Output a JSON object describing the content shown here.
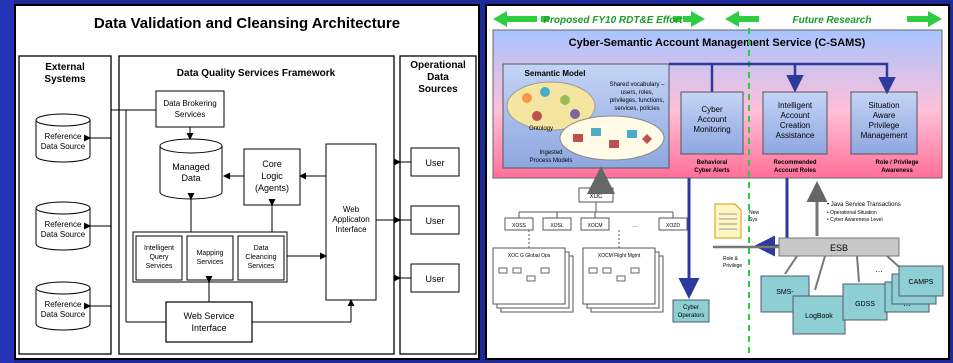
{
  "left": {
    "title": "Data Validation and Cleansing Architecture",
    "external_systems_label": [
      "External",
      "Systems"
    ],
    "framework_label": "Data Quality Services Framework",
    "operational_label": [
      "Operational",
      "Data",
      "Sources"
    ],
    "reference_sources": [
      [
        "Reference",
        "Data Source"
      ],
      [
        "Reference",
        "Data Source"
      ],
      [
        "Reference",
        "Data Source"
      ]
    ],
    "data_brokering": [
      "Data Brokering",
      "Services"
    ],
    "managed_data": [
      "Managed",
      "Data"
    ],
    "core_logic": [
      "Core",
      "Logic",
      "(Agents)"
    ],
    "web_app_interface": [
      "Web",
      "Applicaton",
      "Interface"
    ],
    "services": [
      [
        "Intelligent",
        "Query",
        "Services"
      ],
      [
        "Mapping",
        "Services"
      ],
      [
        "Data",
        "Cleancing",
        "Services"
      ]
    ],
    "web_service_interface": [
      "Web Service",
      "Interface"
    ],
    "users": [
      "User",
      "User",
      "User"
    ]
  },
  "right": {
    "proposed_effort": "Proposed FY10 RDT&E Effort",
    "future_research": "Future Research",
    "csams_title": "Cyber-Semantic Account Management Service (C-SAMS)",
    "semantic_model_title": "Semantic Model",
    "semantic_vocab": [
      "Shared vocabulary –",
      "users, roles,",
      "privileges, functions,",
      "services, policies"
    ],
    "ontology_label": "Ontology",
    "ingested_label": [
      "Ingested",
      "Process Models"
    ],
    "cyber_monitoring": [
      "Cyber",
      "Account",
      "Monitoring"
    ],
    "intelligent_assist": [
      "Intelligent",
      "Account",
      "Creation",
      "Assistance"
    ],
    "situation_aware": [
      "Situation",
      "Aware",
      "Privilege",
      "Management"
    ],
    "behavioral_alerts": [
      "Behavioral",
      "Cyber Alerts"
    ],
    "recommended_roles": [
      "Recommended",
      "Account Roles"
    ],
    "role_privilege": [
      "Role / Privilege",
      "Awareness"
    ],
    "xoc": "XOC",
    "xoc_children": [
      "XOSS",
      "XOSL",
      "XOCM",
      "…",
      "XOZD"
    ],
    "xoc_global": "XOC G Global Ops",
    "xocm_flight": "XOCM Flight Mgmt",
    "cyber_operators": [
      "Cyber",
      "Operators"
    ],
    "esb": "ESB",
    "esb_notes": [
      "• Java Service Transactions",
      "• Operational Situation",
      "• Cyber Awareness Level"
    ],
    "doc_note": [
      "Role &",
      "Privilege"
    ],
    "new_systems": [
      "New",
      "Sys"
    ],
    "systems": [
      "SMS-",
      "LogBook",
      "GDSS",
      "CAMPS",
      "…",
      "…"
    ]
  },
  "colors": {
    "frame_blue": "#1f2a9a",
    "arrow_green": "#2ecc40",
    "csams_gradient_top": "#8fb0ff",
    "csams_gradient_bottom": "#ff7fa8",
    "box_blue": "#9ab3e8",
    "system_teal": "#8ecfd4",
    "esb_gray": "#c8c8c8",
    "dark_blue": "#2c3a9c"
  }
}
